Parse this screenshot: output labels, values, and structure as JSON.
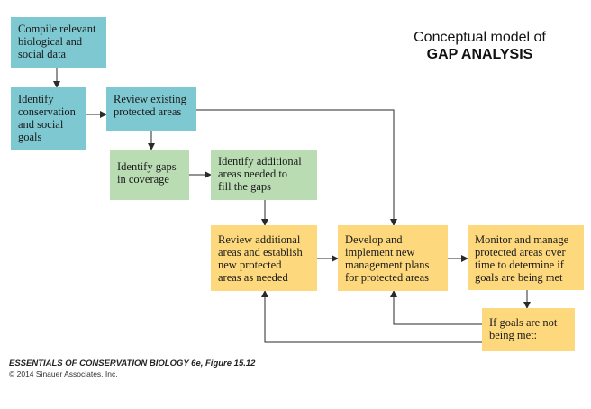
{
  "title": {
    "line1": "Conceptual model of",
    "line2": "GAP ANALYSIS"
  },
  "boxes": {
    "compile": "Compile relevant\nbiological and\nsocial data",
    "identify_goals": "Identify\nconservation\nand social\ngoals",
    "review_existing": "Review existing\nprotected areas",
    "identify_gaps": "Identify gaps\nin coverage",
    "identify_additional": "Identify additional\nareas needed to\nfill the gaps",
    "review_additional": "Review additional\nareas and establish\nnew protected\nareas as needed",
    "develop_plans": "Develop and\nimplement new\nmanagement plans\nfor protected areas",
    "monitor": "Monitor and manage\nprotected areas over\ntime to determine if\ngoals are being met",
    "if_goals_not_met": "If goals are not\nbeing met:"
  },
  "credit": {
    "book": "ESSENTIALS OF CONSERVATION BIOLOGY 6e, Figure 15.12",
    "copyright": "© 2014 Sinauer Associates, Inc."
  },
  "colors": {
    "blue": "#7ec8d2",
    "green": "#b9dcb3",
    "yellow": "#fdd87c",
    "arrow": "#2a2a2a"
  }
}
